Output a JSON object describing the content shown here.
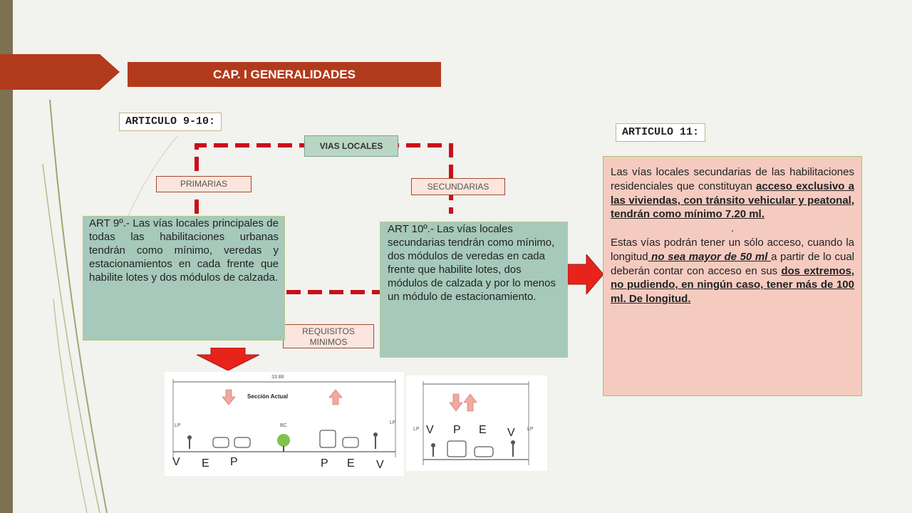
{
  "header": {
    "title": "CAP. I  GENERALIDADES"
  },
  "articles": {
    "art_9_10_label": "ARTICULO 9-10:",
    "art_11_label": "ARTICULO 11:"
  },
  "diagram": {
    "vias_locales": "VIAS LOCALES",
    "primarias": "PRIMARIAS",
    "secundarias": "SECUNDARIAS",
    "requisitos": "REQUISITOS MINIMOS",
    "art9_text": "ART 9º.- Las vías locales principales de todas las habilitaciones urbanas tendrán como mínimo, veredas y estacionamientos en cada frente que habilite lotes y dos módulos de calzada.",
    "art10_text": "ART 10º.- Las vías locales secundarias tendrán como mínimo, dos módulos de veredas en cada frente que habilite lotes, dos módulos de calzada y por lo menos un módulo de estacionamiento."
  },
  "art11": {
    "p1_a": "Las vías locales secundarias de las habilitaciones residenciales que constituyan ",
    "p1_b": "acceso exclusivo a las viviendas, con tránsito vehicular y peatonal, tendrán como mínimo 7.20 ml.",
    "dot": ".",
    "p2_a": "Estas vías podrán tener un sólo acceso, cuando la longitud",
    "p2_b": " no sea mayor de 50 ml ",
    "p2_c": "a partir de lo cual deberán contar con acceso en sus ",
    "p2_d": "dos extremos, no pudiendo, en ningún caso, tener más de 100 ml. De longitud."
  },
  "section_left": {
    "title": "Sección Actual",
    "width": "33.88",
    "labels": [
      "V",
      "E",
      "P",
      "P",
      "E",
      "V"
    ],
    "lp": "LP",
    "bc": "BC"
  },
  "section_right": {
    "labels": [
      "V",
      "P",
      "E",
      "V"
    ],
    "lp": "LP"
  },
  "colors": {
    "accent": "#b23a1c",
    "green": "#a6c9bb",
    "pink": "#f5cbc0",
    "arrow": "#e8231b",
    "dash": "#c8101a"
  }
}
